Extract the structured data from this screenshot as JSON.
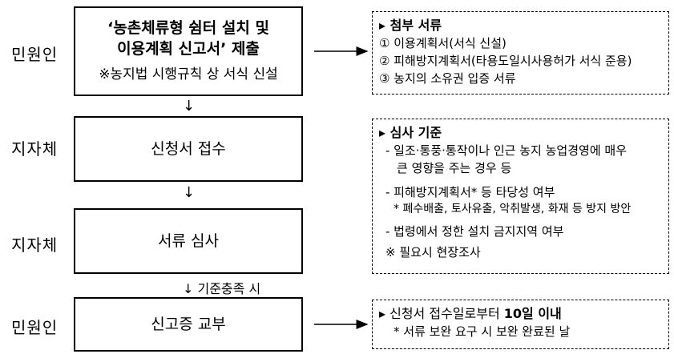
{
  "actors": [
    "민원인",
    "지자체",
    "지자체",
    "민원인"
  ],
  "steps": {
    "s1": {
      "line1": "‘농촌체류형 쉼터 설치 및",
      "line2": "이용계획 신고서’ 제출",
      "line3": "※농지법 시행규칙 상 서식 신설"
    },
    "s2": {
      "label": "신청서 접수"
    },
    "s3": {
      "label": "서류 심사"
    },
    "s4": {
      "label": "신고증 교부"
    }
  },
  "down_arrow_glyph": "↓",
  "condition_label": "↓ 기준충족 시",
  "notes": {
    "attachments": {
      "title": "▸ 첨부 서류",
      "items": [
        "① 이용계획서(서식 신설)",
        "② 피해방지계획서(타용도일시사용허가 서식 준용)",
        "③ 농지의 소유권 입증 서류"
      ]
    },
    "criteria": {
      "title": "▸ 심사 기준",
      "items": [
        "- 일조·통풍·통작이나 인근 농지 농업경영에 매우",
        "큰 영향을 주는 경우 등",
        "- 피해방지계획서* 등 타당성 여부",
        "* 폐수배출, 토사유출, 악취발생, 화재 등 방지 방안",
        "- 법령에서 정한 설치 금지지역 여부",
        "※ 필요시 현장조사"
      ]
    },
    "deadline": {
      "title_pre": "▸ 신청서 접수일로부터 ",
      "title_bold": "10일 이내",
      "sub": "* 서류 보완 요구 시 보완 완료된 날"
    }
  }
}
